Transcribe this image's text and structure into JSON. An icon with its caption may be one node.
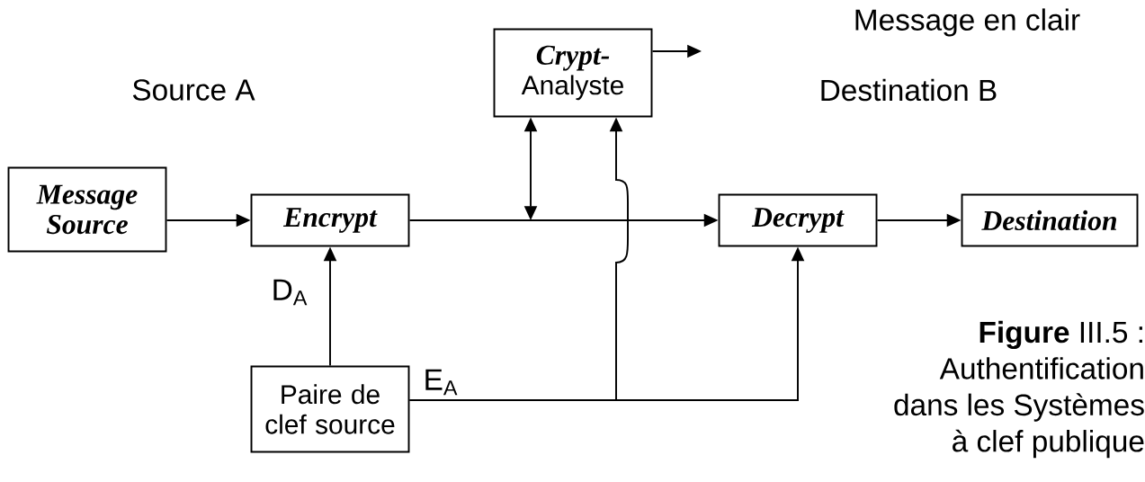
{
  "diagram": {
    "caption": "**Figure** III.5 : Authentification dans les Systèmes à clef publique",
    "nodes": [
      {
        "text": [
          "Message Source"
        ]
      },
      {
        "text": [
          "Encrypt"
        ]
      },
      {
        "text": [
          "Crypt-",
          "Analyste"
        ]
      },
      {
        "text": [
          "Decrypt"
        ]
      },
      {
        "text": [
          "Destination"
        ]
      },
      {
        "text": [
          "Paire de clef source"
        ]
      }
    ],
    "edges": [
      {
        "from": 0,
        "to": 1,
        "arrow": "to"
      },
      {
        "from": 1,
        "to": 3,
        "arrow": "to"
      },
      {
        "from": 3,
        "to": 4,
        "arrow": "to"
      },
      {
        "from": 2,
        "to": null,
        "arrow": "both"
      },
      {
        "from": 2,
        "to": null,
        "arrow": "to"
      },
      {
        "from": 5,
        "to": 1,
        "arrow": "to",
        "label": "D$_{A}$"
      },
      {
        "from": 5,
        "to": 3,
        "arrow": "to",
        "label": "E$_{A}$"
      },
      {
        "from": 5,
        "to": 2,
        "arrow": "to"
      }
    ],
    "labels": [
      "Message en clair",
      "Source A",
      "Destination B"
    ]
  }
}
